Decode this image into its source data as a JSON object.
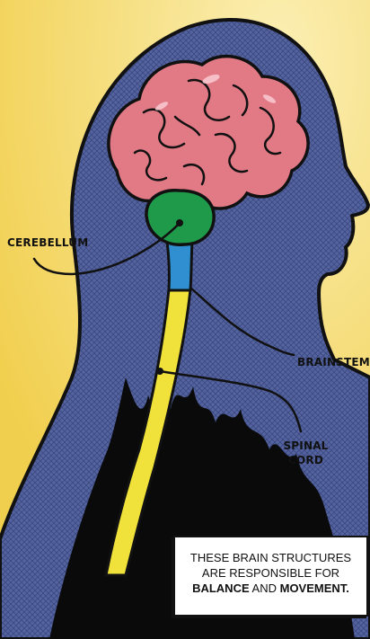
{
  "labels": {
    "cerebellum": "CEREBELLUM",
    "brainstem": "BRAINSTEM",
    "spinal_cord_line1": "SPINAL",
    "spinal_cord_line2": "CORD"
  },
  "caption": {
    "part1": "THESE BRAIN STRUCTURES ARE RESPONSIBLE FOR ",
    "bold1": "BALANCE",
    "part2": " AND ",
    "bold2": "MOVEMENT",
    "end": "."
  },
  "colors": {
    "background": "#f3d35a",
    "head": "#4f5f9c",
    "brain": "#e27a86",
    "cerebellum": "#1f9a4a",
    "brainstem": "#2f8fd0",
    "spinal_cord": "#f0e23a",
    "hair": "#0a0a0a"
  }
}
